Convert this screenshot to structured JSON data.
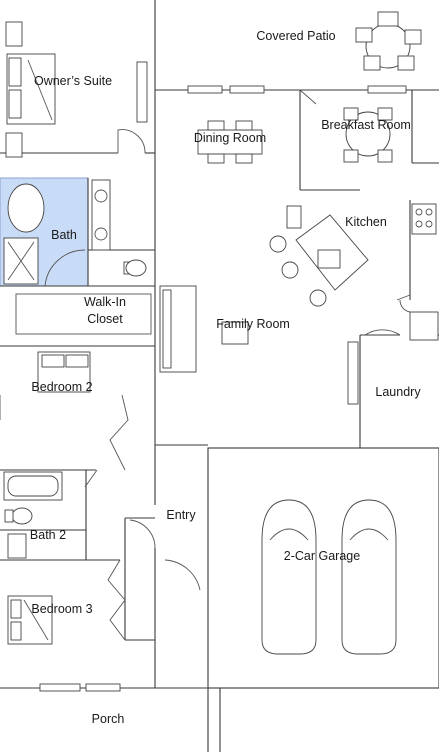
{
  "rooms": {
    "covered_patio": "Covered Patio",
    "owners_suite": "Owner’s Suite",
    "dining_room": "Dining Room",
    "breakfast_room": "Breakfast Room",
    "kitchen": "Kitchen",
    "bath": "Bath",
    "walk_in_closet_line1": "Walk-In",
    "walk_in_closet_line2": "Closet",
    "family_room": "Family Room",
    "bedroom_2": "Bedroom 2",
    "laundry": "Laundry",
    "entry": "Entry",
    "bath_2": "Bath 2",
    "garage": "2-Car Garage",
    "bedroom_3": "Bedroom 3",
    "porch": "Porch"
  },
  "colors": {
    "bath_highlight": "#c9dcf7",
    "wall": "#3a3a3a",
    "background": "#ffffff"
  }
}
